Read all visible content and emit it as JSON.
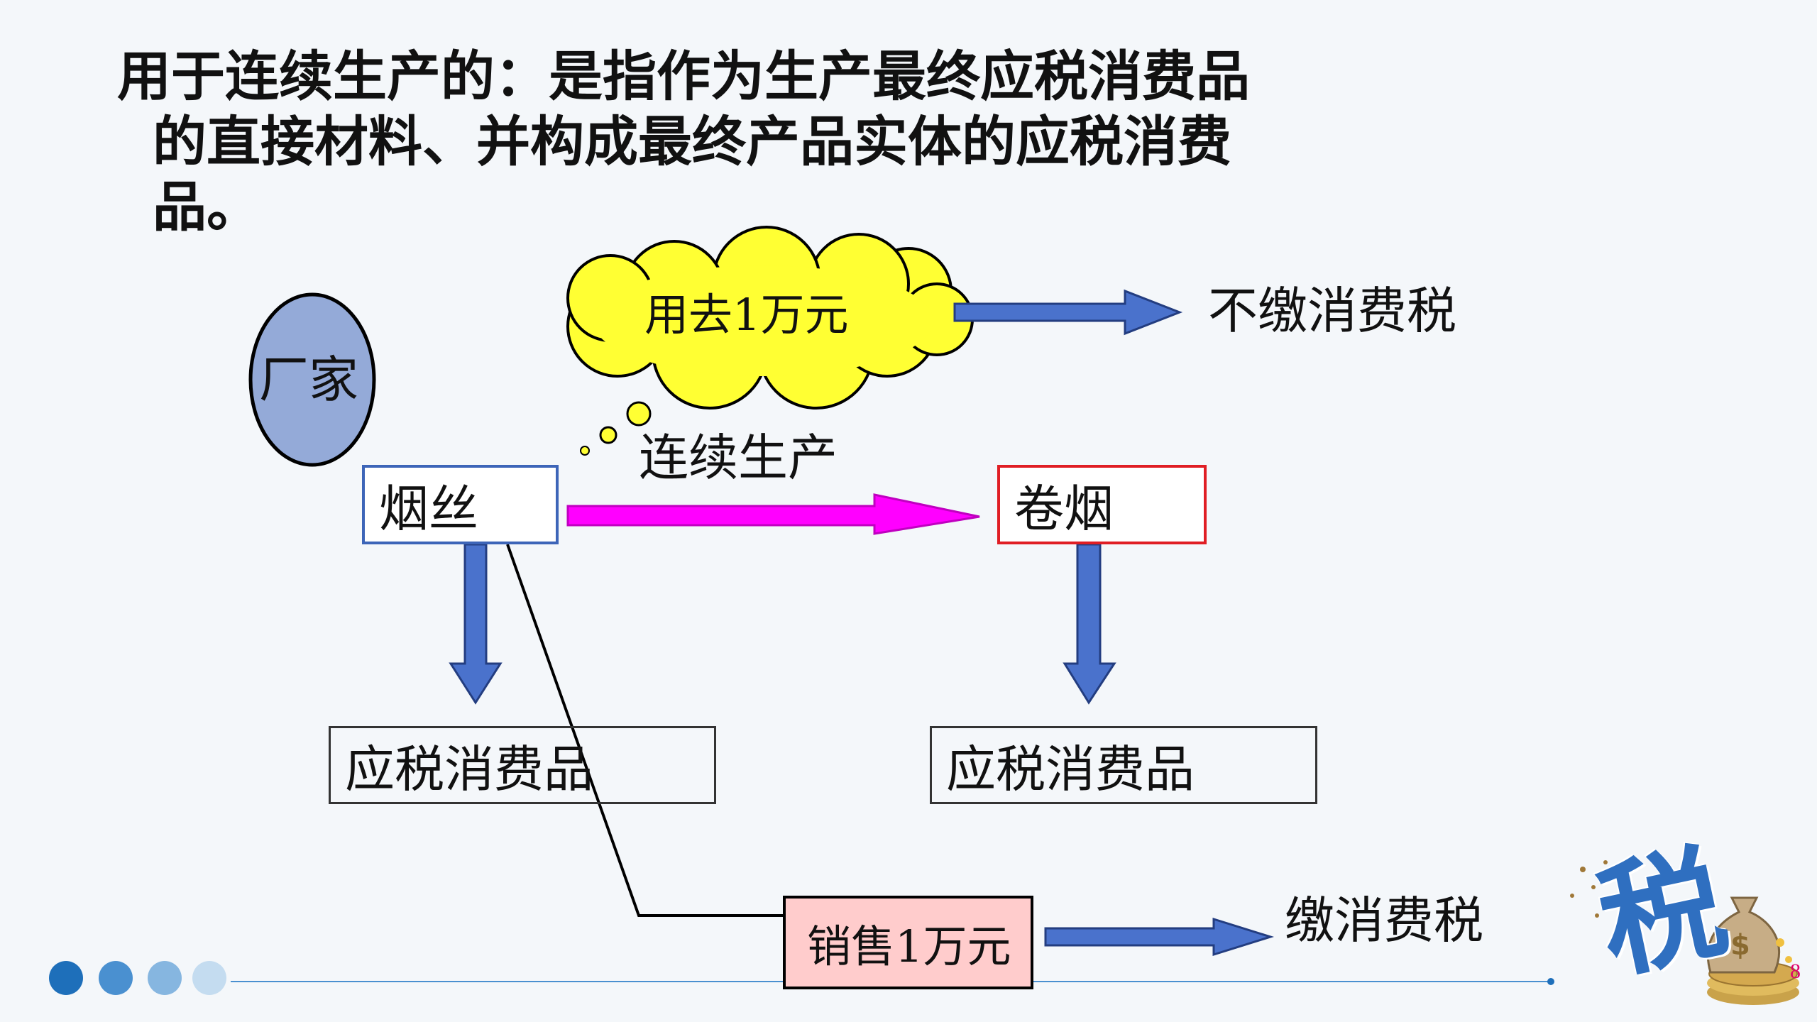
{
  "title": {
    "line1": "用于连续生产的：是指作为生产最终应税消费品",
    "line2": "的直接材料、并构成最终产品实体的应税消费",
    "line3": "品。"
  },
  "diagram": {
    "manufacturer": "厂家",
    "cloud_text": "用去1万元",
    "no_tax": "不缴消费税",
    "continuous_production": "连续生产",
    "tobacco_shreds": "烟丝",
    "cigarettes": "卷烟",
    "taxable_left": "应税消费品",
    "taxable_right": "应税消费品",
    "sale": "销售1万元",
    "pay_tax": "缴消费税"
  },
  "page_number": "8",
  "logo_text": "税",
  "colors": {
    "ellipse_fill": "#94aad8",
    "cloud_fill": "#ffff33",
    "arrow_blue": "#4a72cc",
    "arrow_magenta": "#ff00ff",
    "box_blue_border": "#3d65b8",
    "box_red_border": "#e01e24",
    "sale_fill": "#ffcccc",
    "dot_dark": "#1e6fba",
    "footer_line": "#4a90d0",
    "page_number": "#e0006a"
  }
}
